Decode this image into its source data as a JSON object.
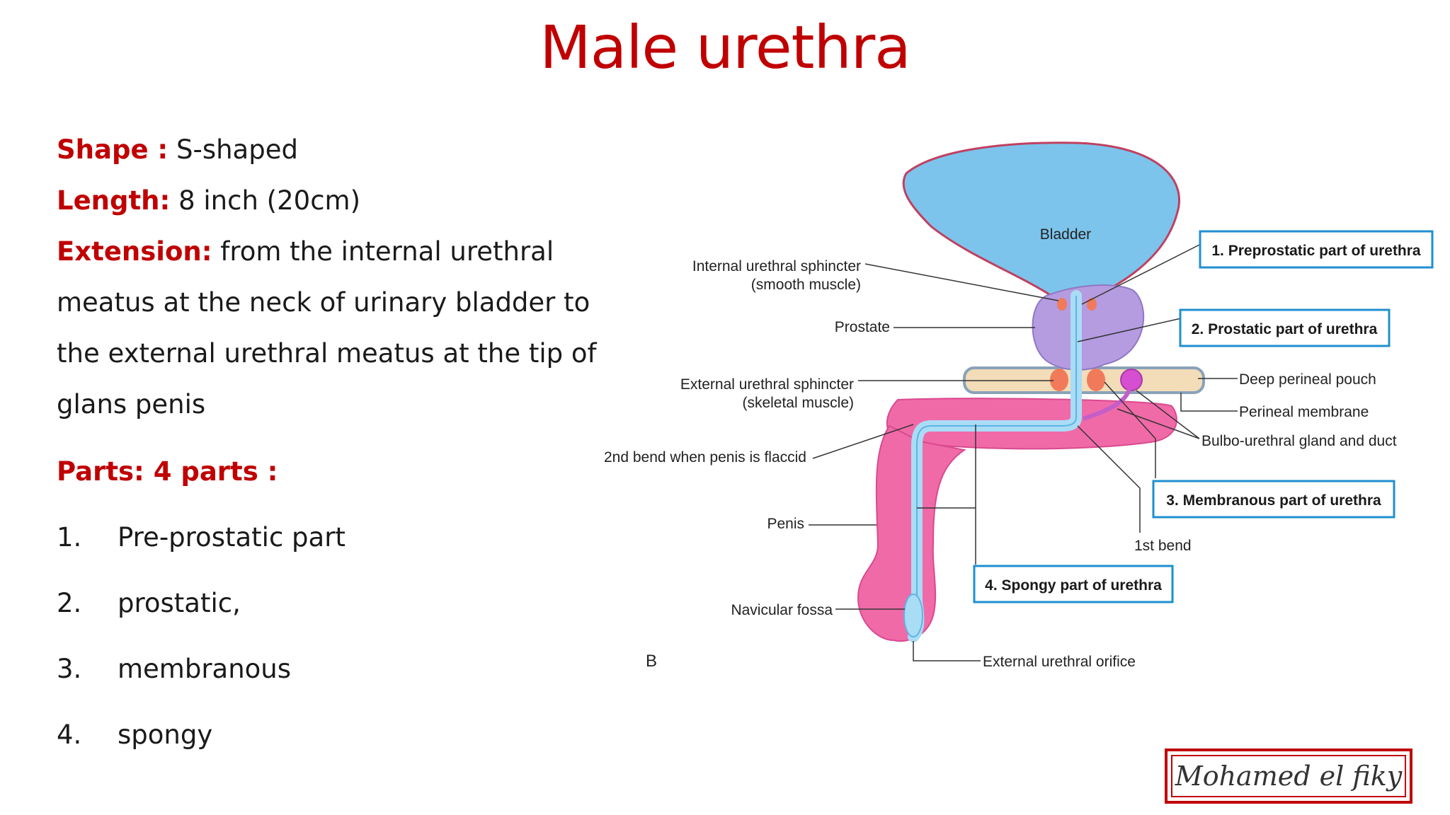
{
  "title": "Male urethra",
  "facts": {
    "shape_key": "Shape :",
    "shape_value": "S-shaped",
    "length_key": "Length:",
    "length_value": "8 inch (20cm)",
    "extension_key": "Extension:",
    "extension_line1": "from the internal urethral",
    "extension_line2": "meatus at the neck of urinary bladder to",
    "extension_line3": "the external urethral meatus at the tip of",
    "extension_line4": "glans penis"
  },
  "parts_heading": "Parts: 4 parts :",
  "parts": [
    {
      "number": "1.",
      "label": "Pre-prostatic part"
    },
    {
      "number": "2.",
      "label": "prostatic,"
    },
    {
      "number": "3.",
      "label": "membranous"
    },
    {
      "number": "4.",
      "label": "spongy"
    }
  ],
  "diagram": {
    "panel_letter": "B",
    "labels": {
      "bladder": "Bladder",
      "internal_sphincter_1": "Internal urethral sphincter",
      "internal_sphincter_2": "(smooth muscle)",
      "prostate": "Prostate",
      "external_sphincter_1": "External urethral sphincter",
      "external_sphincter_2": "(skeletal muscle)",
      "second_bend": "2nd bend when penis is flaccid",
      "penis": "Penis",
      "navicular_fossa": "Navicular fossa",
      "external_orifice": "External urethral orifice",
      "deep_perineal_pouch": "Deep perineal pouch",
      "perineal_membrane": "Perineal membrane",
      "bulbo_urethral": "Bulbo-urethral gland and duct",
      "first_bend": "1st bend"
    },
    "boxed_labels": {
      "preprostatic": "1. Preprostatic part of urethra",
      "prostatic": "2. Prostatic part of urethra",
      "membranous": "3. Membranous part of urethra",
      "spongy": "4. Spongy part of urethra"
    },
    "colors": {
      "bladder": "#7cc4ec",
      "urethra": "#a9dcf5",
      "prostate": "#b59be0",
      "spongy_tissue": "#f06aa8",
      "perineal_membrane": "#f3dcb8",
      "sphincter": "#f07a5a",
      "box_border": "#1f8fd0",
      "accent_red": "#c00000"
    }
  },
  "signature": "Mohamed el fiky"
}
